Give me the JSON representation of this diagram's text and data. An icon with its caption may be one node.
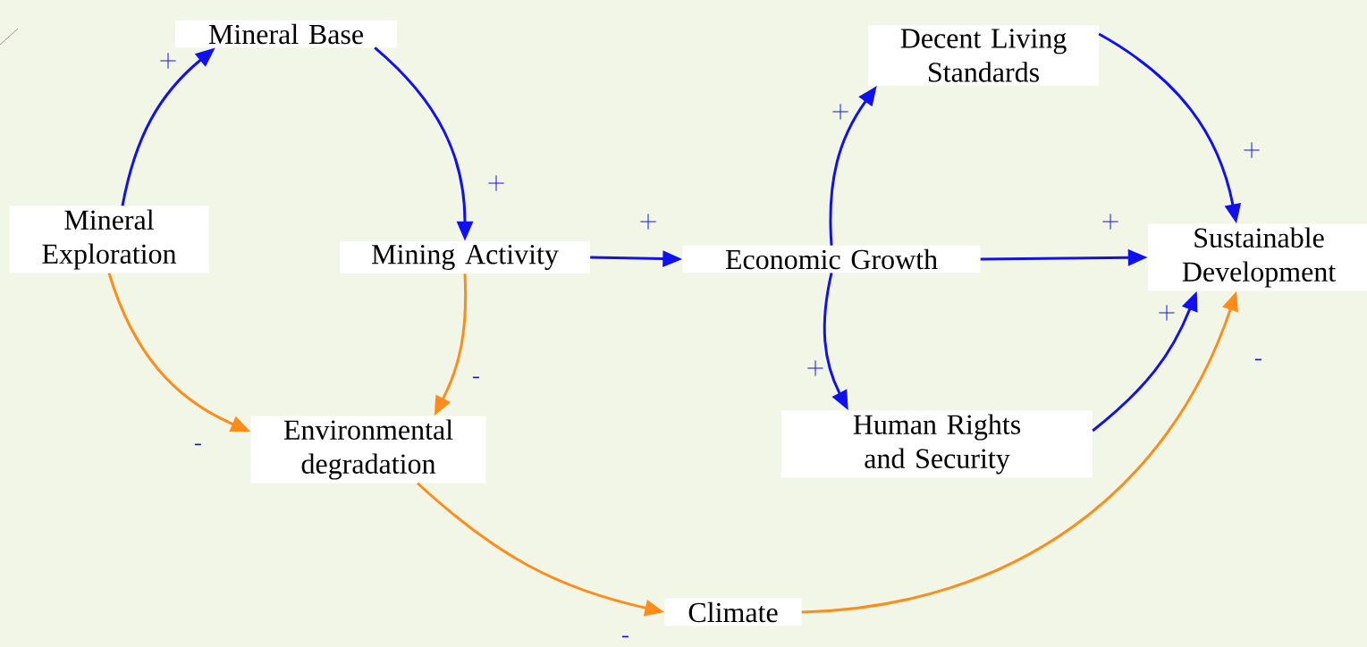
{
  "diagram": {
    "nodes": [
      {
        "text": [
          "Mineral Base"
        ]
      },
      {
        "text": [
          "Decent Living Standards"
        ]
      },
      {
        "text": [
          "Mineral Exploration"
        ]
      },
      {
        "text": [
          "Mining Activity"
        ]
      },
      {
        "text": [
          "Economic Growth"
        ]
      },
      {
        "text": [
          "Sustainable Development"
        ]
      },
      {
        "text": [
          "Environmental degradation"
        ]
      },
      {
        "text": [
          "Human Rights and Security"
        ]
      },
      {
        "text": [
          "Climate"
        ]
      }
    ],
    "edges": [
      {
        "from": 2,
        "to": 0,
        "arrow": "to",
        "label": "+"
      },
      {
        "from": 0,
        "to": 3,
        "arrow": "to",
        "label": "+"
      },
      {
        "from": 3,
        "to": 4,
        "arrow": "to",
        "label": "+"
      },
      {
        "from": 4,
        "to": 1,
        "arrow": "to",
        "label": "+"
      },
      {
        "from": 4,
        "to": 5,
        "arrow": "to",
        "label": "+"
      },
      {
        "from": 4,
        "to": 7,
        "arrow": "to",
        "label": "+"
      },
      {
        "from": 1,
        "to": 5,
        "arrow": "to",
        "label": "+"
      },
      {
        "from": 7,
        "to": 5,
        "arrow": "to",
        "label": "+"
      },
      {
        "from": 2,
        "to": 6,
        "arrow": "to",
        "label": "-",
        "color": "#ff8c1a"
      },
      {
        "from": 3,
        "to": 6,
        "arrow": "to",
        "label": "-",
        "color": "#ff8c1a"
      },
      {
        "from": 6,
        "to": 8,
        "arrow": "to",
        "label": "-",
        "color": "#ff8c1a"
      },
      {
        "from": 8,
        "to": 5,
        "arrow": "to",
        "label": "-",
        "color": "#ff8c1a"
      }
    ]
  }
}
